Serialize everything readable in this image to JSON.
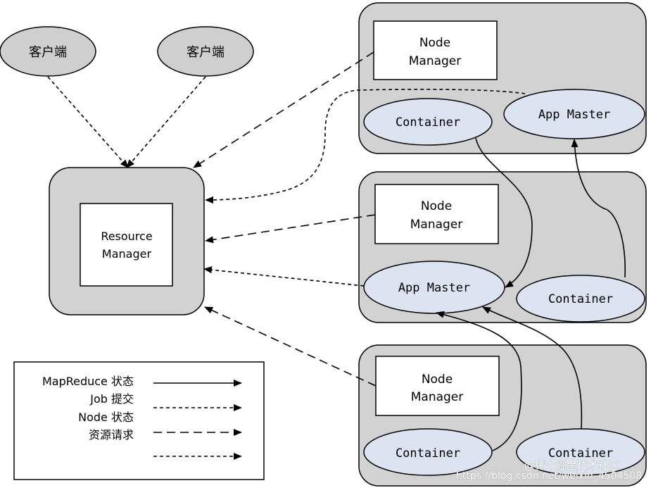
{
  "diagram": {
    "clients": [
      {
        "label": "客户端"
      },
      {
        "label": "客户端"
      }
    ],
    "resource_manager": {
      "label_line1": "Resource",
      "label_line2": "Manager"
    },
    "nodes": [
      {
        "manager_line1": "Node",
        "manager_line2": "Manager",
        "left_ellipse": "Container",
        "right_ellipse": "App Master"
      },
      {
        "manager_line1": "Node",
        "manager_line2": "Manager",
        "left_ellipse": "App Master",
        "right_ellipse": "Container"
      },
      {
        "manager_line1": "Node",
        "manager_line2": "Manager",
        "left_ellipse": "Container",
        "right_ellipse": "Container"
      }
    ],
    "legend": [
      {
        "label": "MapReduce 状态",
        "style": "solid"
      },
      {
        "label": "Job  提交",
        "style": "dotted"
      },
      {
        "label": "Node  状态",
        "style": "dotted"
      },
      {
        "label": "资源请求",
        "style": "dashed"
      },
      {
        "label": "",
        "style": "dotted"
      }
    ],
    "watermark": {
      "url": "https://blog.csdn.net/weixin_4504508",
      "site": "@稀土掘金技术社区"
    },
    "colors": {
      "node_fill": "#d2d2d2",
      "ellipse_fill": "#dce4f2",
      "client_fill": "#cfcfcf",
      "stroke": "#000000"
    }
  }
}
